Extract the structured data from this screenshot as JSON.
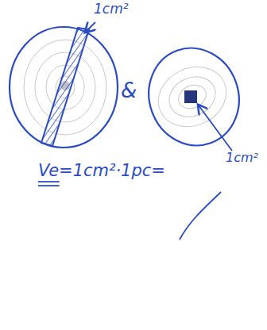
{
  "diagram": {
    "labels": [
      "1cm²",
      "&",
      "Ve=1cm²·1pc=",
      "1cm²"
    ]
  }
}
